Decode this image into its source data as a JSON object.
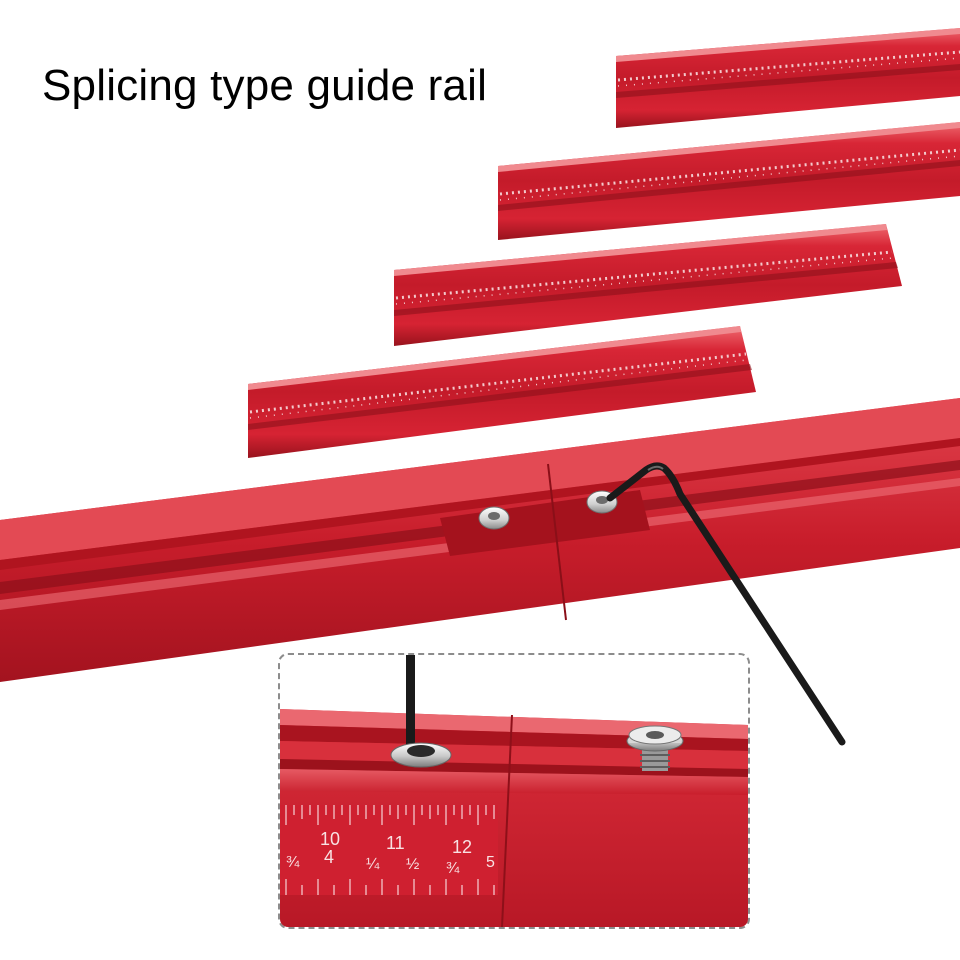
{
  "headline": "Splicing type guide rail",
  "colors": {
    "rail_base": "#d4202f",
    "rail_dark": "#9f1620",
    "rail_light": "#ea5a62",
    "scale_print": "#f1c7ca",
    "background": "#ffffff",
    "hex_key": "#1a1a1a",
    "inset_border": "#8c8c8c"
  },
  "rails_count": 4,
  "inset_scale": {
    "inch_numbers": [
      "10",
      "11",
      "12"
    ],
    "cm_marks": [
      "¾",
      "4",
      "¼",
      "½",
      "¾",
      "5"
    ]
  }
}
